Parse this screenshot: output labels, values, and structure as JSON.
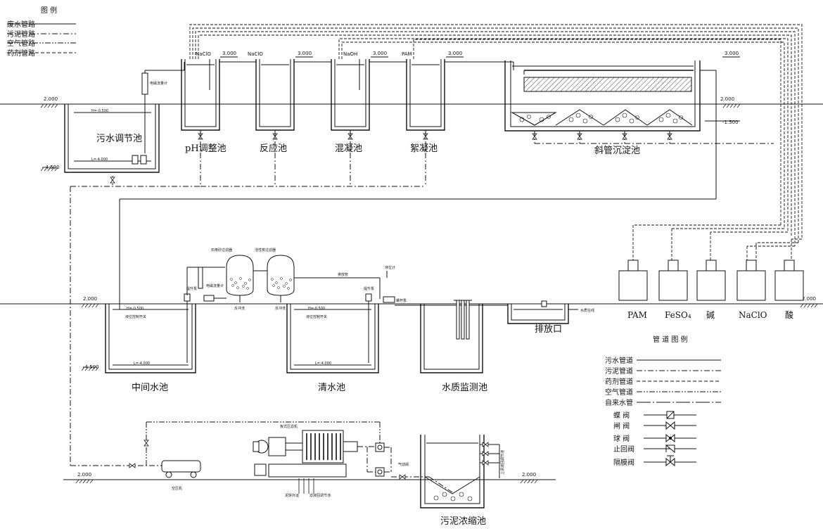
{
  "legend_top": {
    "title": "图  例",
    "items": [
      "废水管路",
      "污泥管路",
      "空气管路",
      "药剂管路"
    ]
  },
  "elevations": {
    "ground_top_left": "2.000",
    "ground_top_right": "2.000",
    "ground_mid_left": "2.000",
    "ground_mid_right": "2.000",
    "ground_bottom_left": "2.000",
    "ground_bottom_right": "2.000",
    "bottom_neg_top": "-4.500",
    "bottom_neg_mid": "-4.500",
    "top_3000_a": "3.000",
    "top_3000_b": "3.000",
    "top_3000_c": "3.000",
    "top_3000_d": "3.000",
    "top_3000_e": "3.000",
    "settler_bottom": "-1.500"
  },
  "water_levels": {
    "h_top": "H=-0.500",
    "l_top": "L=-4.000",
    "h_mid": "H=-0.500",
    "l_mid": "L=-4.000",
    "h_clear": "H=-0.500",
    "l_clear": "L=-4.000"
  },
  "tanks": {
    "adjust": "污水调节池",
    "ph": "pH调整池",
    "reaction": "反应池",
    "coag": "混凝池",
    "floc": "絮凝池",
    "settler": "斜管沉淀池",
    "middle": "中间水池",
    "clear": "清水池",
    "monitor": "水质监测池",
    "outlet": "排放口",
    "sludge": "污泥浓缩池"
  },
  "dosing_tags": {
    "ph_tag": "NaClO",
    "reaction_tag": "NaClO",
    "coag_tag": "NaOH",
    "floc_tag": "PAM"
  },
  "chemicals": [
    "PAM",
    "FeSO₄",
    "碱",
    "NaClO",
    "酸"
  ],
  "legend_pipes": {
    "title": "管 道 图 例",
    "rows": [
      "污水管道",
      "污泥管道",
      "药剂管道",
      "空气管道",
      "自来水管"
    ]
  },
  "legend_valves": {
    "rows": [
      "蝶  阀",
      "闸  阀",
      "球  阀",
      "止回阀",
      "隔膜阀"
    ]
  },
  "small_labels": {
    "air_compressor": "空压机",
    "filter_press": "板式压滤机",
    "filter_cake": "泥饼外运",
    "drain_back": "滤液回调节池",
    "return_sludge": "上清液回调节池",
    "sand_filter": "石英砂过滤器",
    "carbon_filter": "活性炭过滤器",
    "backwash": "反冲洗",
    "flowmeter": "电磁流量计",
    "lift_pump": "提升泵",
    "outlet_well": "排放管",
    "level_gauge": "液位计",
    "screw_pump": "螺杆泵",
    "gas_line": "气动阀",
    "water_sample": "水质在线",
    "gauge_a": "液位控制开关",
    "gauge_b": "液位控制开关"
  }
}
